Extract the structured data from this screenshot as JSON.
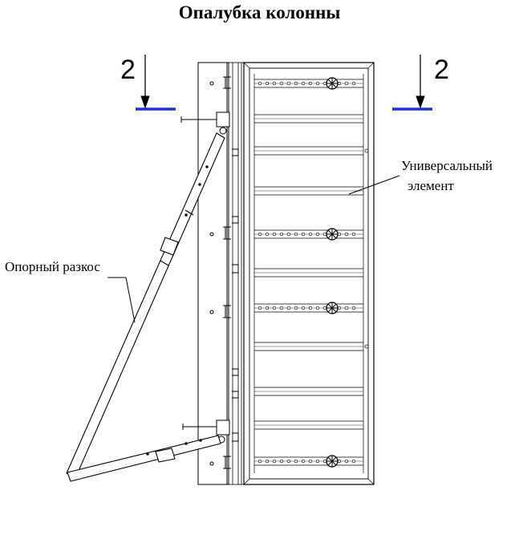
{
  "title": "Опалубка колонны",
  "section_marks": {
    "left": "2",
    "right": "2"
  },
  "callouts": {
    "universal_line1": "Универсальный",
    "universal_line2": "элемент",
    "brace": "Опорный разкос"
  },
  "colors": {
    "section_line": "#1a36c8",
    "ink": "#000000"
  }
}
